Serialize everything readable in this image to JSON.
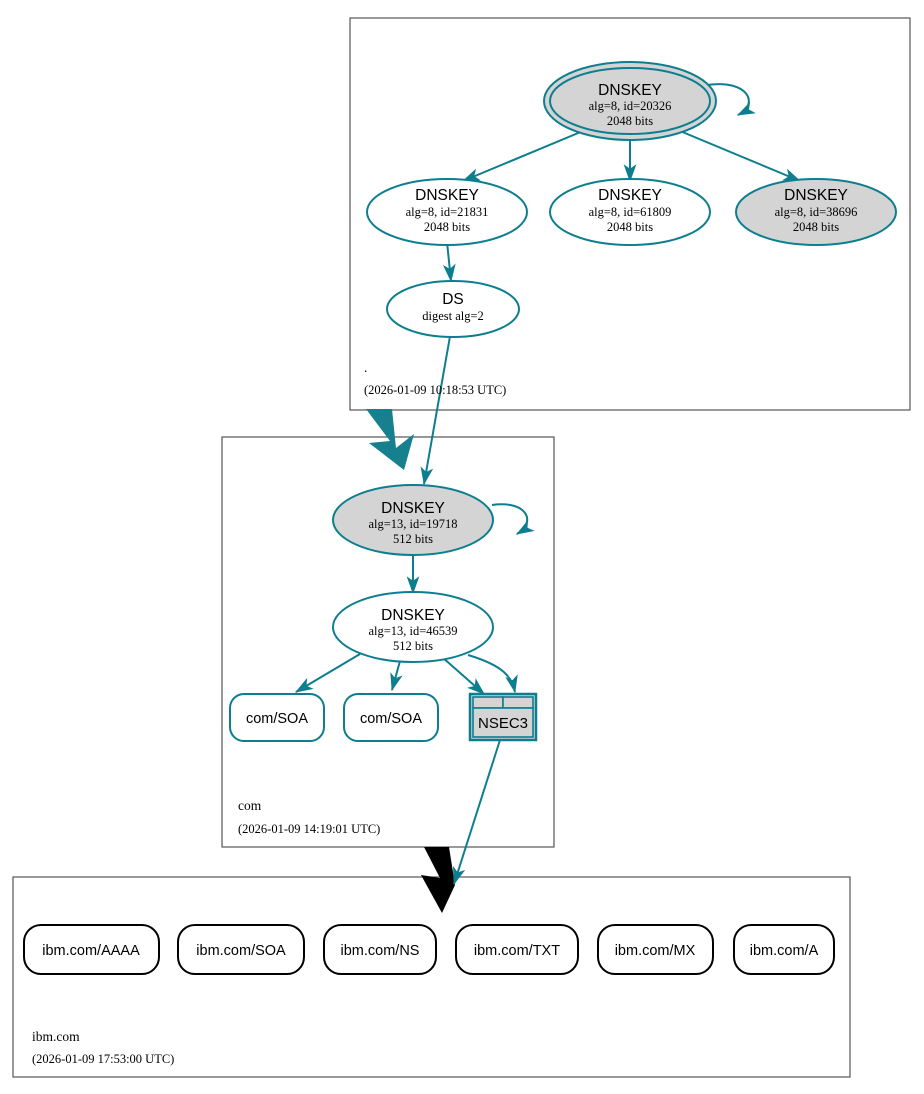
{
  "diagram": {
    "type": "dnssec-authentication-chain",
    "title": "DNSSEC authentication chain for ibm.com",
    "colors": {
      "secure_teal": "#0d7e8f",
      "node_fill_gray": "#d4d4d4",
      "node_fill_white": "#ffffff",
      "zone_border": "#555555",
      "leaf_border": "#000000"
    }
  },
  "zones": [
    {
      "id": "root",
      "name": ".",
      "timestamp": "(2026-01-09 10:18:53 UTC)",
      "nodes": [
        {
          "id": "root-ksk-20326",
          "kind": "DNSKEY",
          "label": "DNSKEY",
          "detail": "alg=8, id=20326",
          "bits": "2048 bits",
          "style": "double-ellipse-gray",
          "self_signed": true
        },
        {
          "id": "root-zsk-21831",
          "kind": "DNSKEY",
          "label": "DNSKEY",
          "detail": "alg=8, id=21831",
          "bits": "2048 bits",
          "style": "ellipse-white"
        },
        {
          "id": "root-zsk-61809",
          "kind": "DNSKEY",
          "label": "DNSKEY",
          "detail": "alg=8, id=61809",
          "bits": "2048 bits",
          "style": "ellipse-white"
        },
        {
          "id": "root-ksk-38696",
          "kind": "DNSKEY",
          "label": "DNSKEY",
          "detail": "alg=8, id=38696",
          "bits": "2048 bits",
          "style": "ellipse-gray"
        },
        {
          "id": "root-ds",
          "kind": "DS",
          "label": "DS",
          "detail": "digest alg=2",
          "bits": "",
          "style": "ellipse-white"
        }
      ]
    },
    {
      "id": "com",
      "name": "com",
      "timestamp": "(2026-01-09 14:19:01 UTC)",
      "nodes": [
        {
          "id": "com-ksk-19718",
          "kind": "DNSKEY",
          "label": "DNSKEY",
          "detail": "alg=13, id=19718",
          "bits": "512 bits",
          "style": "ellipse-gray",
          "self_signed": true
        },
        {
          "id": "com-zsk-46539",
          "kind": "DNSKEY",
          "label": "DNSKEY",
          "detail": "alg=13, id=46539",
          "bits": "512 bits",
          "style": "ellipse-white"
        },
        {
          "id": "com-soa-1",
          "kind": "RRset",
          "label": "com/SOA",
          "style": "rounded-box"
        },
        {
          "id": "com-soa-2",
          "kind": "RRset",
          "label": "com/SOA",
          "style": "rounded-box"
        },
        {
          "id": "com-nsec3",
          "kind": "NSEC3",
          "label": "NSEC3",
          "style": "record-table-gray"
        }
      ]
    },
    {
      "id": "ibm.com",
      "name": "ibm.com",
      "timestamp": "(2026-01-09 17:53:00 UTC)",
      "nodes": [
        {
          "id": "ibm-aaaa",
          "kind": "RRset",
          "label": "ibm.com/AAAA",
          "style": "rounded-box-black"
        },
        {
          "id": "ibm-soa",
          "kind": "RRset",
          "label": "ibm.com/SOA",
          "style": "rounded-box-black"
        },
        {
          "id": "ibm-ns",
          "kind": "RRset",
          "label": "ibm.com/NS",
          "style": "rounded-box-black"
        },
        {
          "id": "ibm-txt",
          "kind": "RRset",
          "label": "ibm.com/TXT",
          "style": "rounded-box-black"
        },
        {
          "id": "ibm-mx",
          "kind": "RRset",
          "label": "ibm.com/MX",
          "style": "rounded-box-black"
        },
        {
          "id": "ibm-a",
          "kind": "RRset",
          "label": "ibm.com/A",
          "style": "rounded-box-black"
        }
      ]
    }
  ],
  "edges": [
    {
      "from": "root-ksk-20326",
      "to": "root-ksk-20326",
      "style": "self-loop"
    },
    {
      "from": "root-ksk-20326",
      "to": "root-zsk-21831",
      "style": "teal-arrow"
    },
    {
      "from": "root-ksk-20326",
      "to": "root-zsk-61809",
      "style": "teal-arrow"
    },
    {
      "from": "root-ksk-20326",
      "to": "root-ksk-38696",
      "style": "teal-arrow"
    },
    {
      "from": "root-zsk-21831",
      "to": "root-ds",
      "style": "teal-arrow"
    },
    {
      "from": "root-ds",
      "to": "com-ksk-19718",
      "style": "teal-arrow-cross-zone"
    },
    {
      "from": "root",
      "to": "com",
      "style": "block-arrow-teal"
    },
    {
      "from": "com-ksk-19718",
      "to": "com-ksk-19718",
      "style": "self-loop"
    },
    {
      "from": "com-ksk-19718",
      "to": "com-zsk-46539",
      "style": "teal-arrow"
    },
    {
      "from": "com-zsk-46539",
      "to": "com-soa-1",
      "style": "teal-arrow"
    },
    {
      "from": "com-zsk-46539",
      "to": "com-soa-2",
      "style": "teal-arrow"
    },
    {
      "from": "com-zsk-46539",
      "to": "com-nsec3",
      "style": "teal-arrow"
    },
    {
      "from": "com-nsec3",
      "to": "ibm.com",
      "style": "teal-arrow-cross-zone"
    },
    {
      "from": "com",
      "to": "ibm.com",
      "style": "block-arrow-black"
    }
  ]
}
